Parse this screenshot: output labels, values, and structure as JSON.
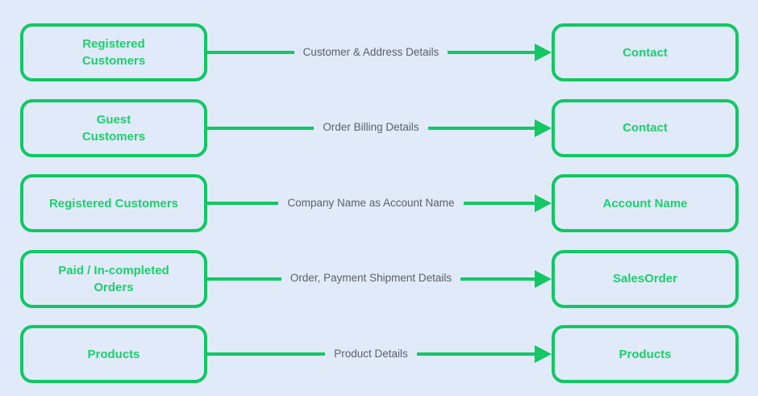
{
  "colors": {
    "background": "#e0eaf9",
    "green": "#12c764",
    "green_text": "#1fce6d",
    "label_gray": "#5d6167"
  },
  "rows": [
    {
      "source": "Registered\nCustomers",
      "label": "Customer & Address Details",
      "target": "Contact"
    },
    {
      "source": "Guest\nCustomers",
      "label": "Order Billing Details",
      "target": "Contact"
    },
    {
      "source": "Registered Customers",
      "label": "Company Name as Account Name",
      "target": "Account Name"
    },
    {
      "source": "Paid / In-completed\nOrders",
      "label": "Order, Payment Shipment Details",
      "target": "SalesOrder"
    },
    {
      "source": "Products",
      "label": "Product Details",
      "target": "Products"
    }
  ]
}
